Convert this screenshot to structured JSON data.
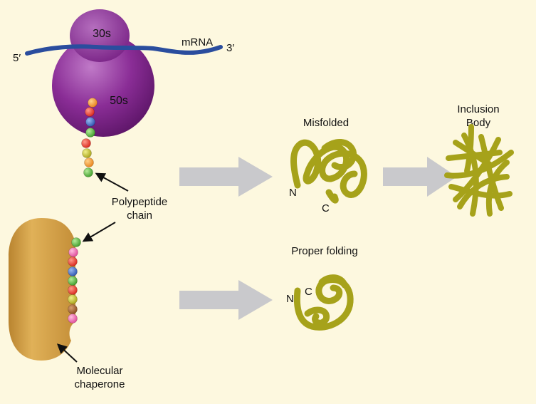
{
  "labels": {
    "subunit_small": "30s",
    "subunit_large": "50s",
    "mrna": "mRNA",
    "five_prime": "5′",
    "three_prime": "3′",
    "polypeptide_line1": "Polypeptide",
    "polypeptide_line2": "chain",
    "misfolded": "Misfolded",
    "inclusion_line1": "Inclusion",
    "inclusion_line2": "Body",
    "proper_folding": "Proper folding",
    "chaperone_line1": "Molecular",
    "chaperone_line2": "chaperone",
    "misfolded_n": "N",
    "misfolded_c": "C",
    "proper_n": "N",
    "proper_c": "C"
  },
  "colors": {
    "background": "#fdf8df",
    "ribosome": "#8a2d96",
    "mrna": "#2a4d9e",
    "arrow": "#c9c9cc",
    "protein": "#a6a21a",
    "chaperone": "#d9a54a"
  },
  "ribosome_beads": [
    "orange",
    "red",
    "blue",
    "green",
    "red",
    "yellow",
    "orange",
    "green"
  ],
  "chaperone_beads": [
    "green",
    "pink",
    "red",
    "blue",
    "green",
    "red",
    "yellow",
    "brown",
    "pink"
  ]
}
